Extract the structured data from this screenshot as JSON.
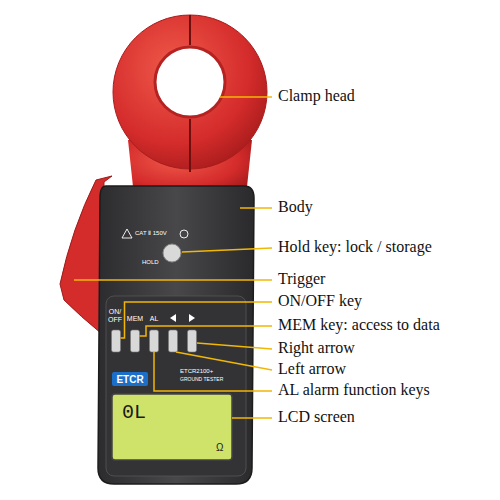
{
  "diagram": {
    "labels": [
      "Clamp head",
      "Body",
      "Hold key: lock / storage",
      "Trigger",
      "ON/OFF key",
      "MEM key: access to data",
      "Right arrow",
      "Left arrow",
      "AL alarm function keys",
      "LCD screen",
      "CAT Ⅱ 150V",
      "HOLD",
      "ON/ OFF",
      "MEM",
      "AL",
      "ETCR",
      "ETCR2100+",
      "GROUND TESTER",
      "0L",
      "Ω"
    ]
  }
}
